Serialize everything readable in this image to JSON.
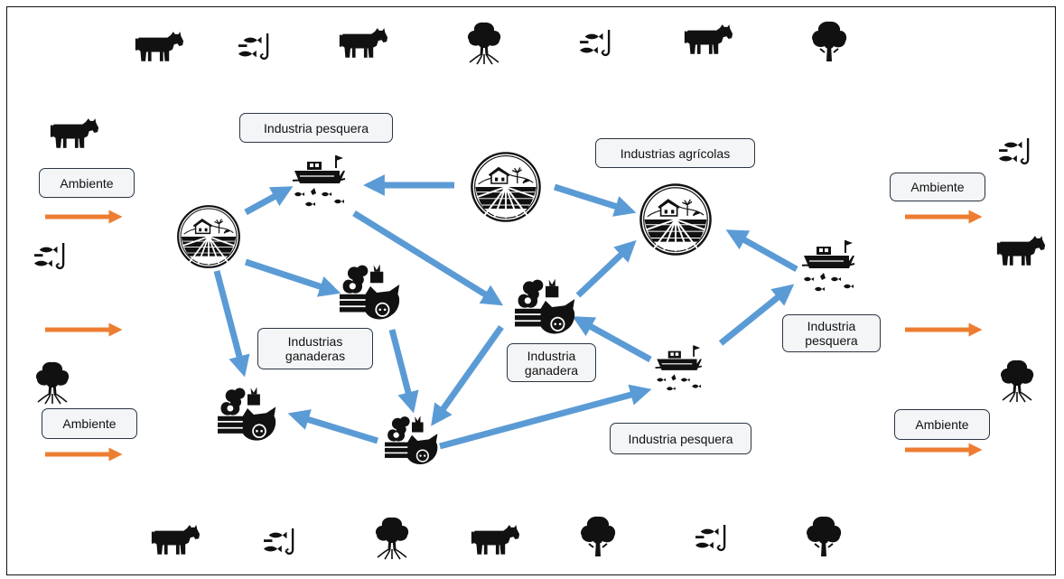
{
  "labels": {
    "industria_pesquera_top": "Industria pesquera",
    "industrias_agricolas": "Industrias agrícolas",
    "industrias_ganaderas": "Industrias ganaderas",
    "industria_ganadera": "Industria ganadera",
    "industria_pesquera_bottom": "Industria pesquera",
    "industria_pesquera_right": "Industria pesquera"
  },
  "ambiente": {
    "left_top": "Ambiente",
    "left_bottom": "Ambiente",
    "right_top": "Ambiente",
    "right_bottom": "Ambiente"
  },
  "colors": {
    "arrow_blue": "#5b9bd5",
    "arrow_orange": "#ed7d31",
    "box_border": "#2a3542",
    "box_fill": "#f4f5f7",
    "icon": "#111111"
  },
  "icons": {
    "top_row": [
      "cow-icon",
      "fish-hook-icon",
      "cow-icon",
      "tree-roots-icon",
      "fish-hook-icon",
      "cow-icon",
      "tree-icon"
    ],
    "bottom_row": [
      "cow-icon",
      "fish-hook-icon",
      "tree-roots-icon",
      "cow-icon",
      "tree-icon",
      "fish-hook-icon",
      "tree-icon"
    ],
    "left_column": [
      "cow-icon",
      "fish-hook-icon",
      "tree-roots-icon"
    ],
    "right_column": [
      "fish-hook-icon",
      "cow-icon",
      "tree-roots-icon"
    ],
    "nodes": [
      "farm-logo-icon",
      "fishing-boat-icon",
      "livestock-icon"
    ]
  }
}
